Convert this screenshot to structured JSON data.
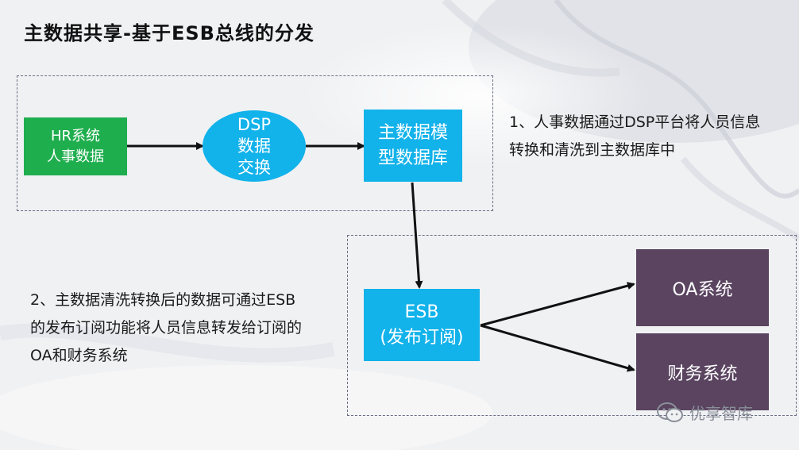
{
  "title": "主数据共享-基于ESB总线的分发",
  "nodes": {
    "hr": "HR系统\n人事数据",
    "dsp": "DSP\n数据\n交换",
    "mdm": "主数据模\n型数据库",
    "esb": "ESB\n(发布订阅)",
    "oa": "OA系统",
    "finance": "财务系统"
  },
  "notes": {
    "note1": "1、人事数据通过DSP平台将人员信息转换和清洗到主数据库中",
    "note2": "2、主数据清洗转换后的数据可通过ESB的发布订阅功能将人员信息转发给订阅的OA和财务系统"
  },
  "watermark": "优享智库",
  "colors": {
    "green": "#1fae4e",
    "blue": "#12b2ea",
    "purple": "#5a4460",
    "arrow": "#111111",
    "dash": "#6a6d86"
  },
  "icons": [
    "wechat-icon"
  ]
}
